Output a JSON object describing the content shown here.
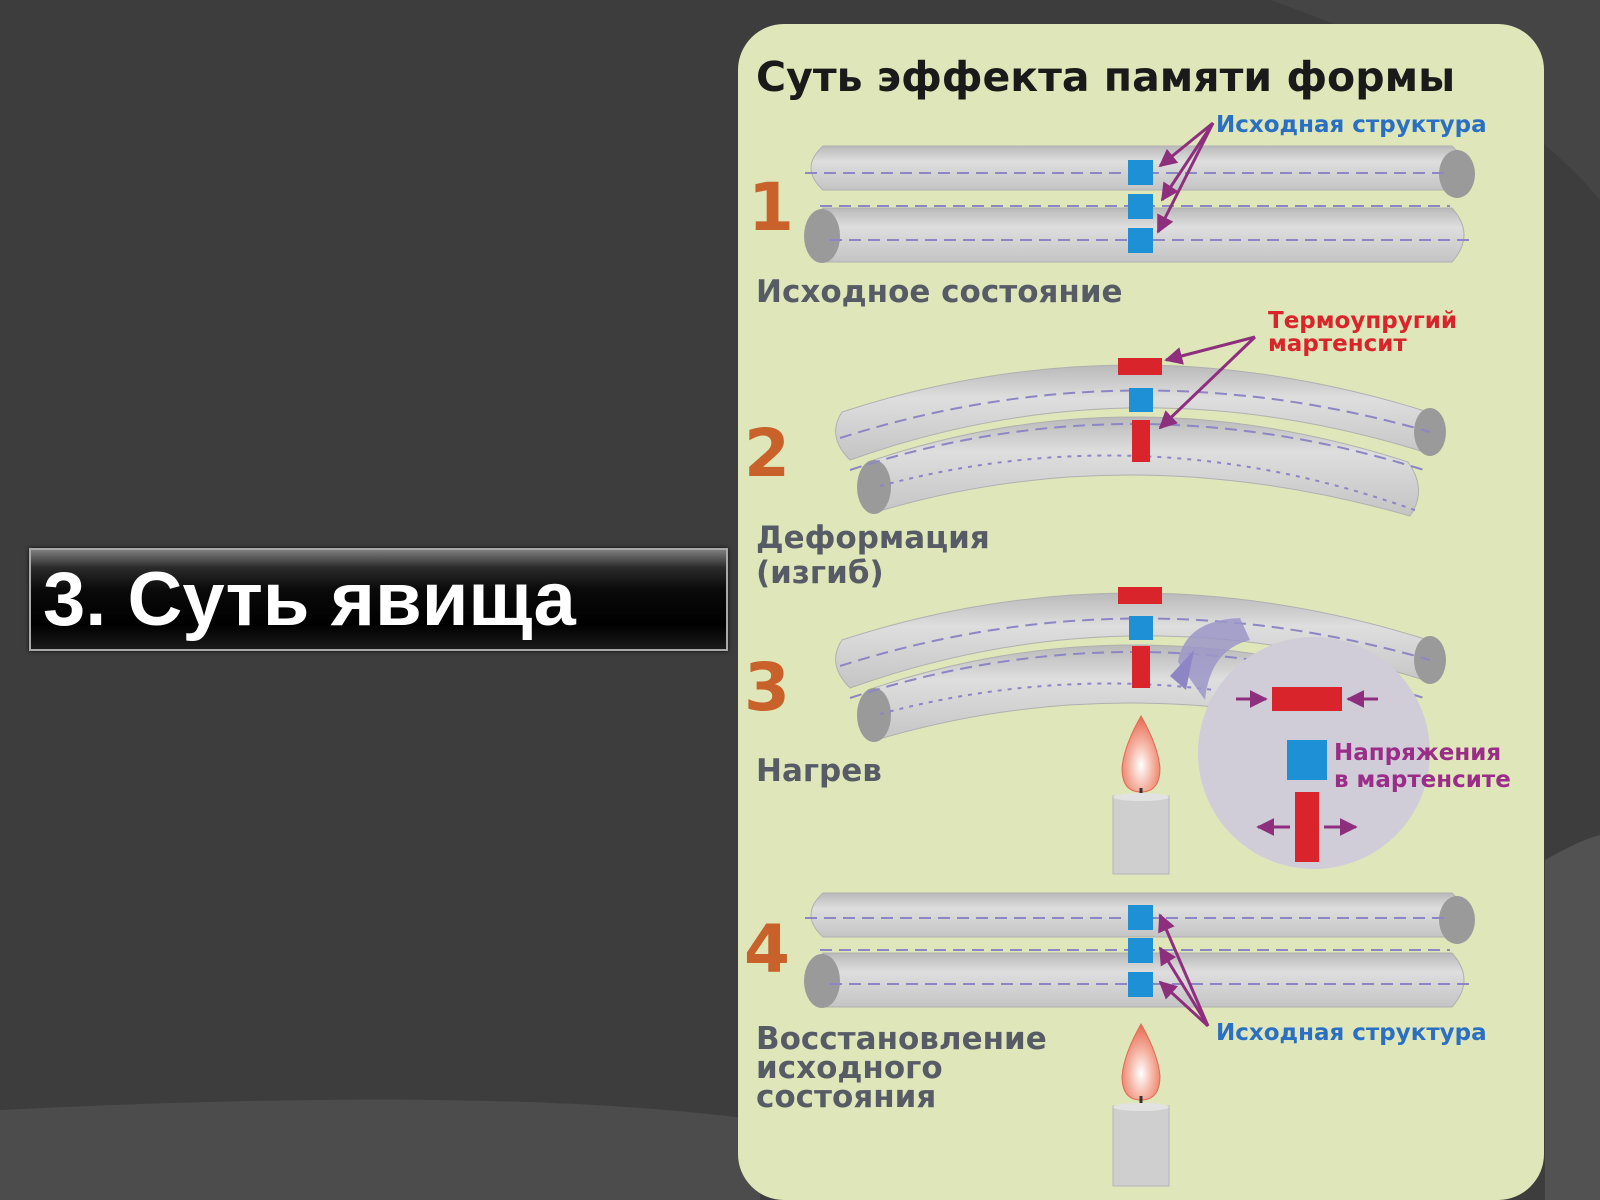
{
  "slide": {
    "title": "3. Суть явища"
  },
  "figure": {
    "title": "Суть эффекта памяти формы",
    "steps": [
      {
        "number": "1",
        "caption": [
          "Исходное состояние"
        ]
      },
      {
        "number": "2",
        "caption": [
          "Деформация",
          "(изгиб)"
        ]
      },
      {
        "number": "3",
        "caption": [
          "Нагрев"
        ]
      },
      {
        "number": "4",
        "caption": [
          "Восстановление",
          "исходного",
          "состояния"
        ]
      }
    ],
    "annotations": {
      "initial_structure_top": "Исходная структура",
      "martensite": [
        "Термоупругий",
        "мартенсит"
      ],
      "stress": [
        "Напряжения",
        "в мартенсите"
      ],
      "initial_structure_bottom": "Исходная структура"
    }
  },
  "colors": {
    "panel_bg": "#dfe7ba",
    "bar": "#c9c9c9",
    "dash": "#8c86c4",
    "austenite": "#1e90d6",
    "martensite": "#d8242a",
    "arrow": "#8e2f7e",
    "step_number": "#c8612a",
    "caption": "#575b66",
    "blue_label": "#2a6fc2",
    "red_label": "#d8242a",
    "stress_label": "#9a2d88"
  }
}
